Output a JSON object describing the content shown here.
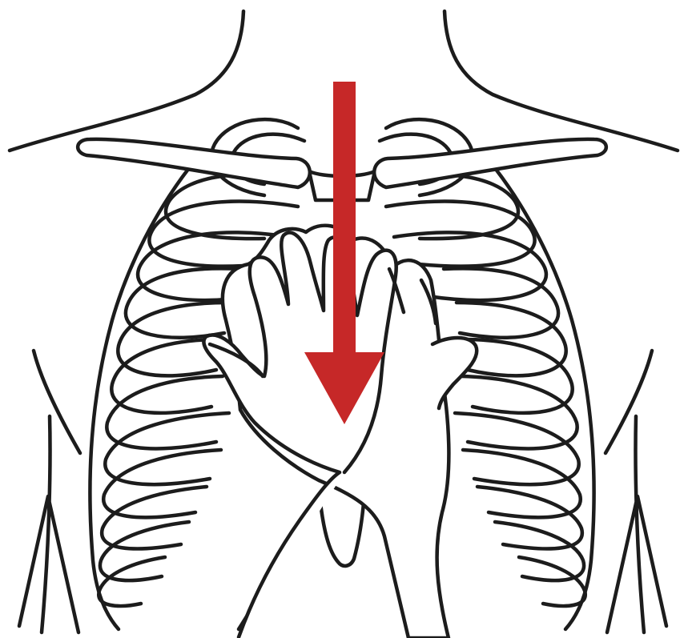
{
  "figure": {
    "subject": "cpr-chest-compression-hand-placement",
    "colors": {
      "background": "#ffffff",
      "outline": "#1c1c1c",
      "arrow": "#c62828"
    },
    "arrow": {
      "direction": "down",
      "meaning": "compression"
    }
  }
}
